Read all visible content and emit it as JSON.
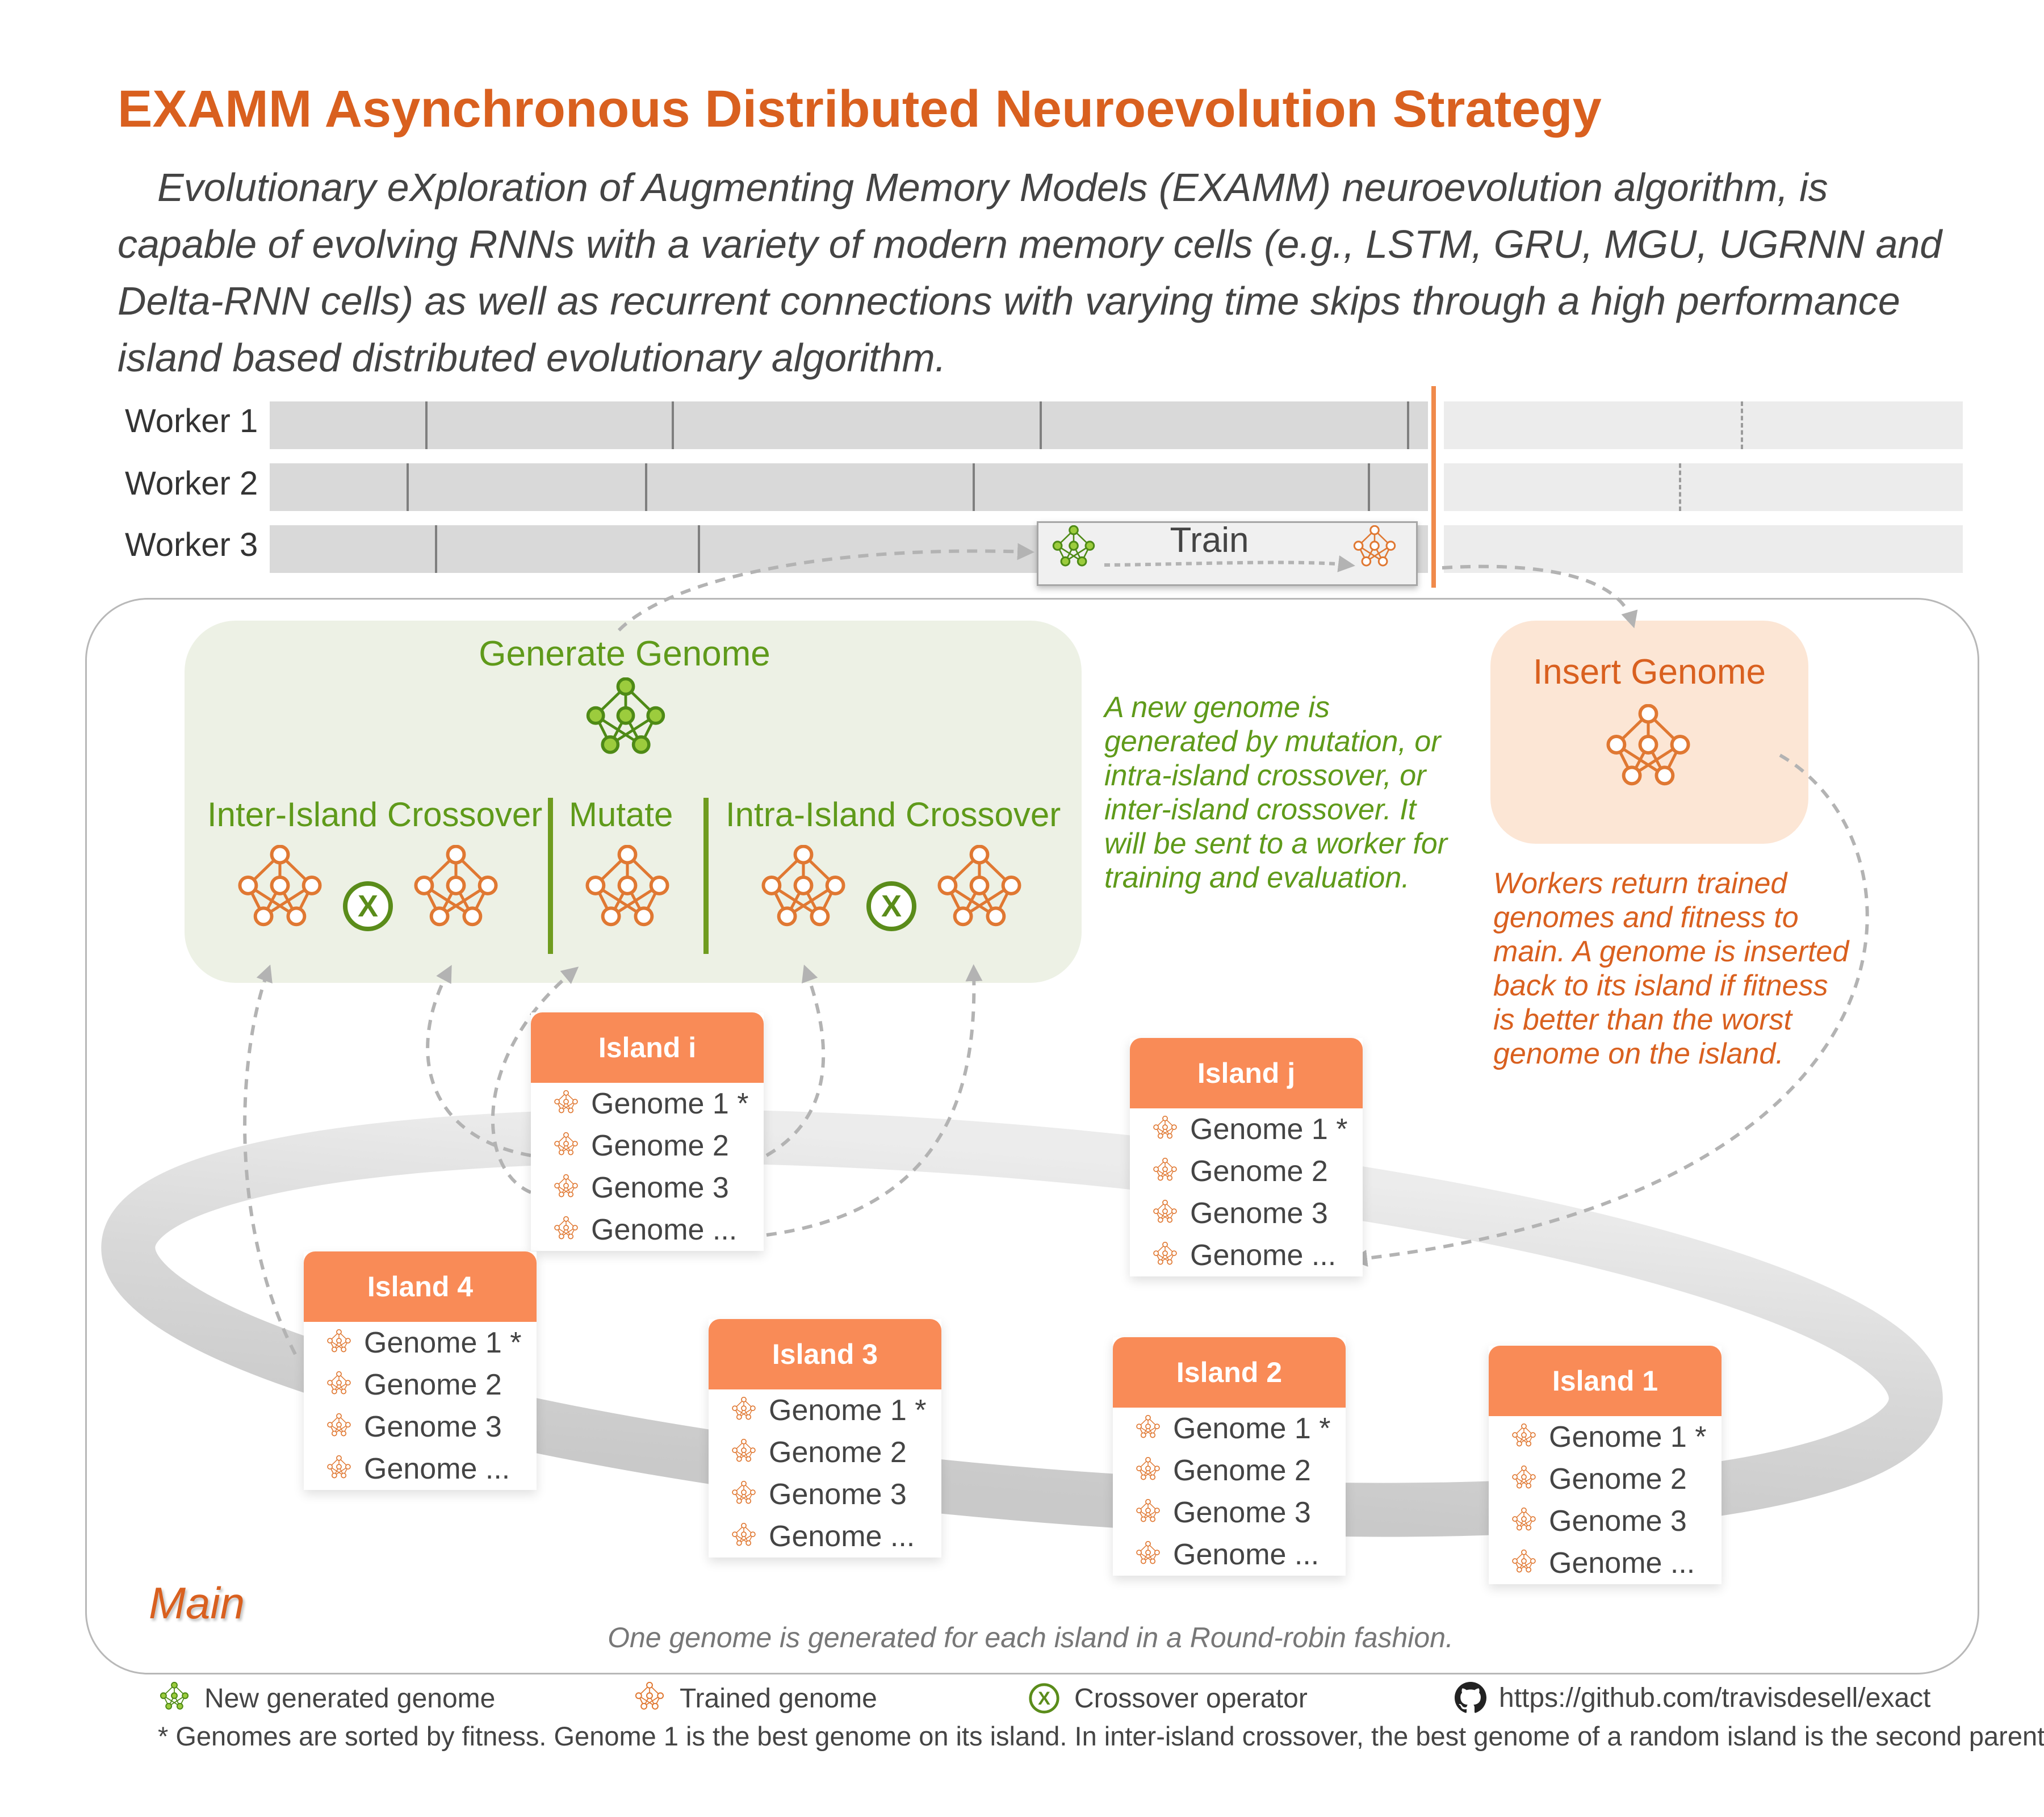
{
  "title": "EXAMM Asynchronous Distributed Neuroevolution Strategy",
  "intro": "Evolutionary eXploration of Augmenting Memory Models (EXAMM) neuroevolution algorithm, is capable of evolving RNNs with a variety of modern memory cells (e.g., LSTM, GRU, MGU, UGRNN and Delta-RNN cells) as well as recurrent connections with varying time skips through a high performance island based distributed evolutionary algorithm.",
  "workers": [
    "Worker 1",
    "Worker 2",
    "Worker 3"
  ],
  "train_label": "Train",
  "generate": {
    "title": "Generate Genome",
    "inter": "Inter-Island Crossover",
    "mutate": "Mutate",
    "intra": "Intra-Island Crossover",
    "crossover_symbol": "X",
    "note": "A new genome is generated by mutation, or intra-island crossover, or inter-island crossover. It will be sent to a worker for training and evaluation."
  },
  "insert": {
    "title": "Insert Genome",
    "note": "Workers return trained genomes and fitness to main. A genome is inserted back to its island if fitness is better than the worst genome on the island."
  },
  "islands": [
    {
      "name": "Island i",
      "genomes": [
        "Genome 1 *",
        "Genome 2",
        "Genome 3",
        "Genome ..."
      ]
    },
    {
      "name": "Island j",
      "genomes": [
        "Genome 1 *",
        "Genome 2",
        "Genome 3",
        "Genome ..."
      ]
    },
    {
      "name": "Island 4",
      "genomes": [
        "Genome 1 *",
        "Genome 2",
        "Genome 3",
        "Genome ..."
      ]
    },
    {
      "name": "Island 3",
      "genomes": [
        "Genome 1 *",
        "Genome 2",
        "Genome 3",
        "Genome ..."
      ]
    },
    {
      "name": "Island 2",
      "genomes": [
        "Genome 1 *",
        "Genome 2",
        "Genome 3",
        "Genome ..."
      ]
    },
    {
      "name": "Island 1",
      "genomes": [
        "Genome 1 *",
        "Genome 2",
        "Genome 3",
        "Genome ..."
      ]
    }
  ],
  "main_label": "Main",
  "round_robin": "One genome is generated for each island in a Round-robin fashion.",
  "legend": {
    "new": "New generated genome",
    "trained": "Trained genome",
    "crossover": "Crossover operator",
    "crossover_symbol": "X",
    "link": "https://github.com/travisdesell/exact"
  },
  "footnote": "* Genomes are sorted by fitness. Genome 1 is the best genome on its island. In inter-island crossover, the best genome of a random island is the second parent.",
  "colors": {
    "orange": "#d9601f",
    "island_header": "#f98b57",
    "green": "#5f9a1a",
    "green_fill": "#9ccc3d"
  },
  "icons": [
    "genome-network-icon",
    "crossover-icon",
    "github-icon"
  ]
}
